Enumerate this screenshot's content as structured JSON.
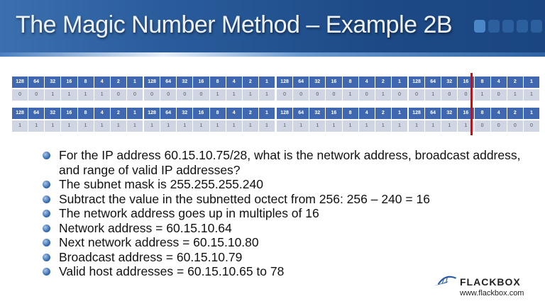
{
  "title": "The Magic Number Method – Example 2B",
  "bit_headers": [
    "128",
    "64",
    "32",
    "16",
    "8",
    "4",
    "2",
    "1"
  ],
  "ip_octets": [
    [
      "0",
      "0",
      "1",
      "1",
      "1",
      "1",
      "0",
      "0"
    ],
    [
      "0",
      "0",
      "0",
      "0",
      "1",
      "1",
      "1",
      "1"
    ],
    [
      "0",
      "0",
      "0",
      "0",
      "1",
      "0",
      "1",
      "0"
    ],
    [
      "0",
      "1",
      "0",
      "0",
      "1",
      "0",
      "1",
      "1"
    ]
  ],
  "mask_octets": [
    [
      "1",
      "1",
      "1",
      "1",
      "1",
      "1",
      "1",
      "1"
    ],
    [
      "1",
      "1",
      "1",
      "1",
      "1",
      "1",
      "1",
      "1"
    ],
    [
      "1",
      "1",
      "1",
      "1",
      "1",
      "1",
      "1",
      "1"
    ],
    [
      "1",
      "1",
      "1",
      "1",
      "0",
      "0",
      "0",
      "0"
    ]
  ],
  "bullets": [
    "For the IP address 60.15.10.75/28, what is the network address, broadcast address, and range of valid IP addresses?",
    "The subnet mask is 255.255.255.240",
    "Subtract the value in the subnetted octect from 256: 256 – 240 = 16",
    "The network address goes up in multiples of 16",
    "Network address = 60.15.10.64",
    "Next network address = 60.15.10.80",
    "Broadcast address = 60.15.10.79",
    "Valid host addresses = 60.15.10.65 to 78"
  ],
  "logo": {
    "name": "FLACKBOX",
    "url": "www.flackbox.com"
  },
  "colors": {
    "header": "#1d4a86",
    "cell_header": "#4068b0",
    "cell_value": "#d0d5e4",
    "divider": "#ee0000"
  }
}
